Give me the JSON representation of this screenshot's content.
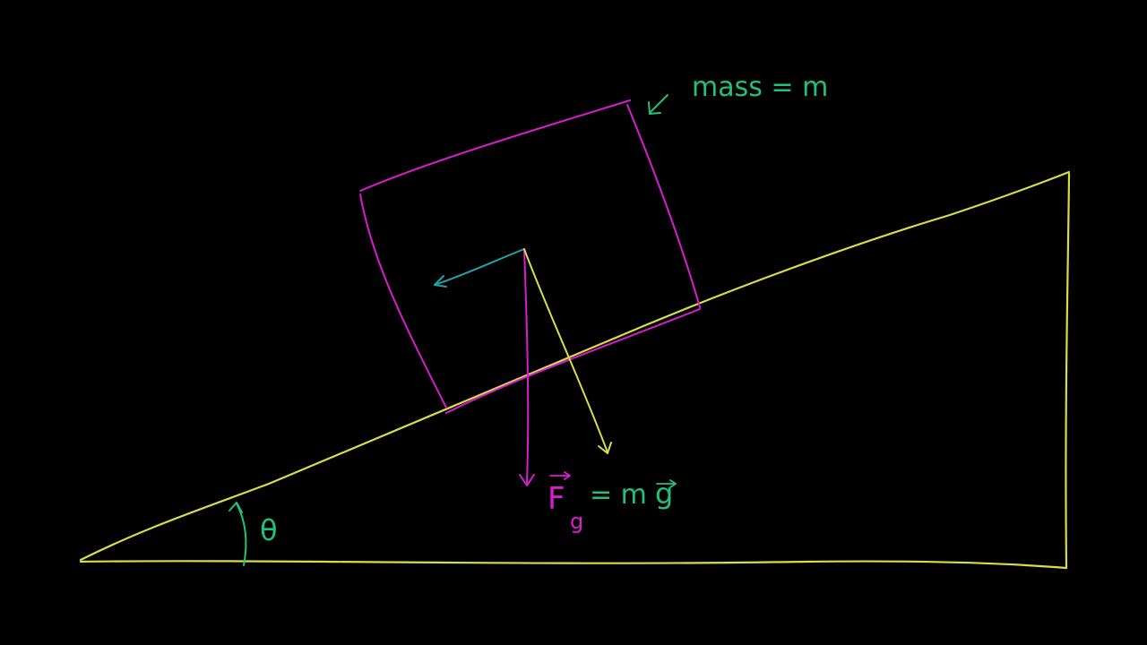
{
  "colors": {
    "background": "#000000",
    "incline": "#d8dc48",
    "block": "#d81cd0",
    "annotation": "#22c07a",
    "component": "#23a3a8",
    "force_component": "#d8dc48",
    "gravity_force": "#d81cd0"
  },
  "labels": {
    "mass": "mass = m",
    "angle": "θ",
    "force_F": "F",
    "force_sub": "g",
    "force_eq": "= m",
    "force_g": "g"
  },
  "icons": {
    "mass_pointer": "arrow-icon",
    "angle_marker": "arc-arrow-icon"
  }
}
